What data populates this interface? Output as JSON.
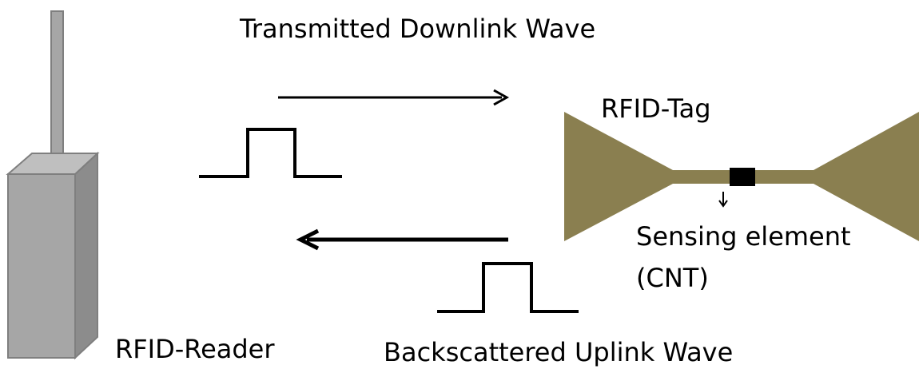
{
  "labels": {
    "downlink": "Transmitted Downlink Wave",
    "tag": "RFID-Tag",
    "sensing_line1": "Sensing element",
    "sensing_line2": "(CNT)",
    "reader": "RFID-Reader",
    "uplink": "Backscattered Uplink Wave"
  },
  "colors": {
    "reader_front": "#a6a6a6",
    "reader_top": "#bfbfbf",
    "reader_side": "#8c8c8c",
    "reader_edge": "#7f7f7f",
    "antenna_fill": "#a6a6a6",
    "tag_fill": "#8a7f50",
    "sensor_fill": "#000000",
    "stroke": "#000000"
  }
}
